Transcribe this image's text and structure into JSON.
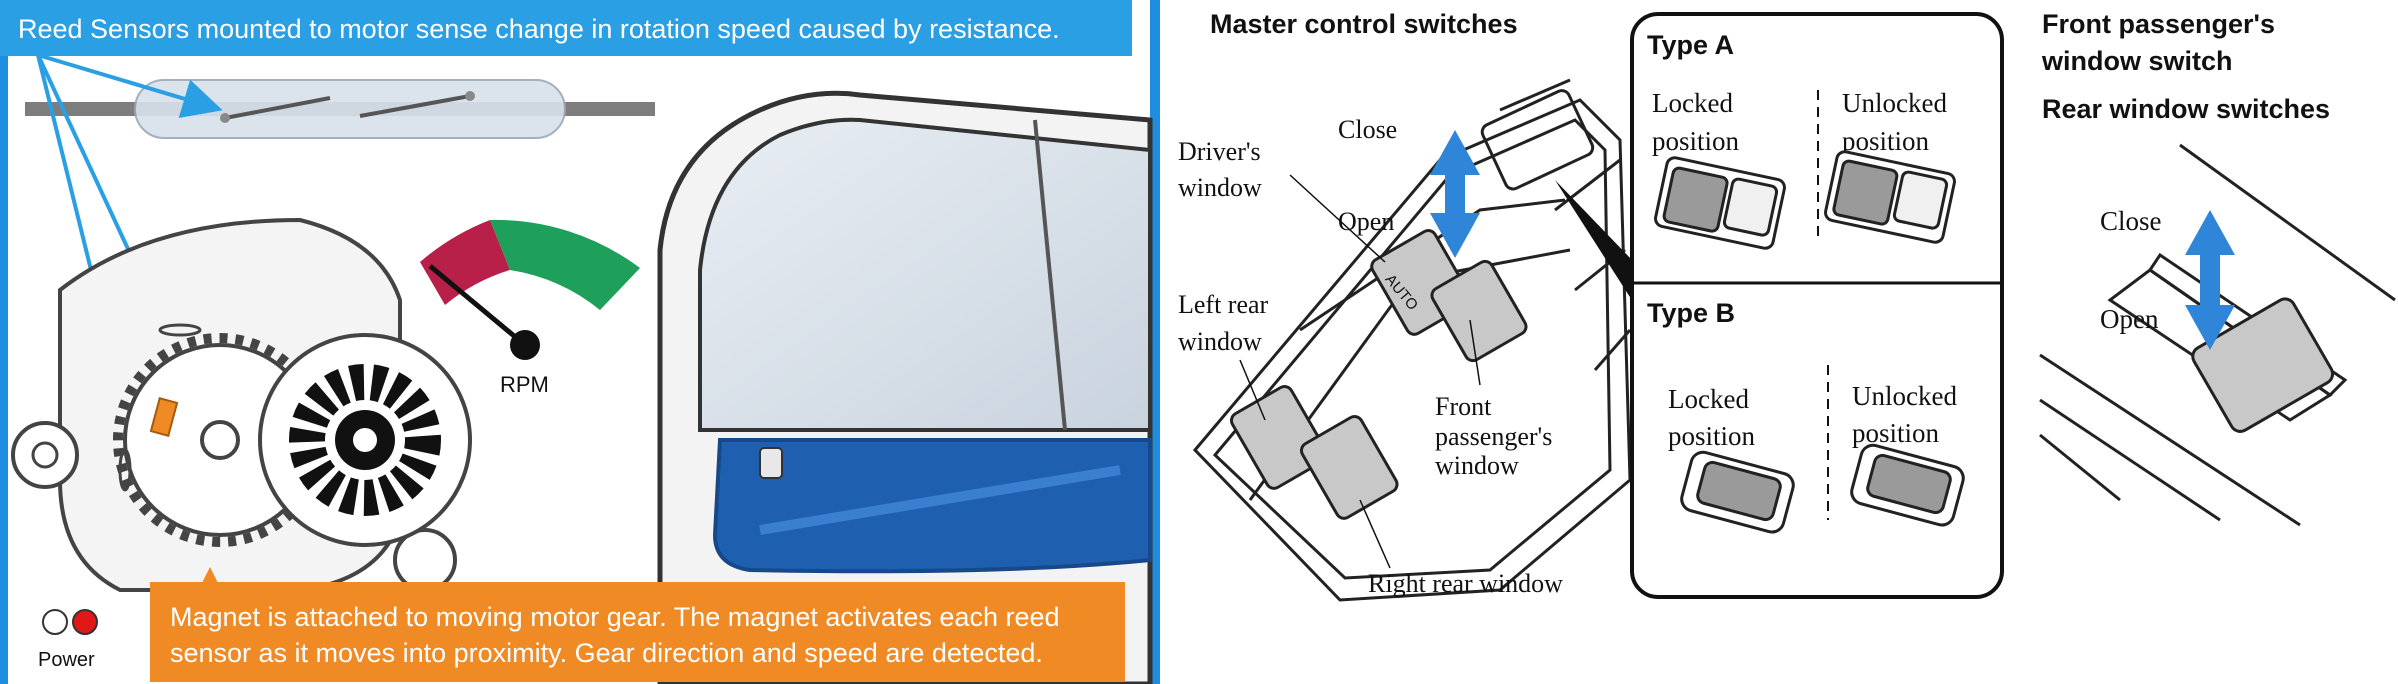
{
  "left_panel": {
    "top_caption": "Reed Sensors mounted to motor sense change in rotation speed caused by resistance.",
    "bottom_caption_line1": "Magnet is attached to moving motor gear.  The magnet activates each reed",
    "bottom_caption_line2": "sensor as it moves into proximity.  Gear direction and speed are detected.",
    "rpm_label": "RPM",
    "power_label": "Power",
    "colors": {
      "border_blue": "#1f8ee0",
      "banner_blue": "#2a9fe4",
      "banner_orange": "#f08a24",
      "gauge_red": "#b8204a",
      "gauge_green": "#1fa05a",
      "door_blue": "#1f5fb0",
      "power_red": "#e01818"
    }
  },
  "right_panel": {
    "master_title": "Master control switches",
    "close_label": "Close",
    "open_label": "Open",
    "drivers_window": [
      "Driver's",
      "window"
    ],
    "left_rear_window": [
      "Left rear",
      "window"
    ],
    "front_passengers_window": [
      "Front",
      "passenger's",
      "window"
    ],
    "right_rear_window": "Right rear window",
    "auto_label": "AUTO",
    "type_a": {
      "title": "Type A",
      "locked": [
        "Locked",
        "position"
      ],
      "unlocked": [
        "Unlocked",
        "position"
      ]
    },
    "type_b": {
      "title": "Type B",
      "locked": [
        "Locked",
        "position"
      ],
      "unlocked": [
        "Unlocked",
        "position"
      ]
    },
    "front_passenger_switch_title": [
      "Front passenger's",
      "window switch"
    ],
    "rear_switches_title": "Rear window switches",
    "rear_close_label": "Close",
    "rear_open_label": "Open",
    "colors": {
      "arrow_blue": "#2f86d8",
      "switch_gray": "#c8c8c8"
    }
  }
}
